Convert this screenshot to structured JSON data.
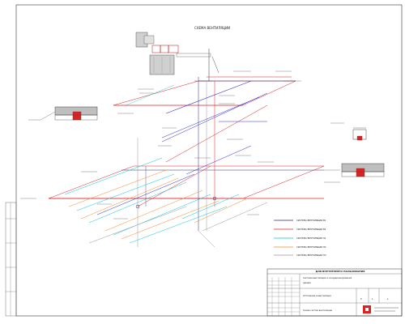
{
  "drawing": {
    "title": "СХЕМА ВЕНТИЛЯЦИИ",
    "colors": {
      "frame": "#333333",
      "fill_red": "#e02020",
      "fill_gray": "#bfbfbf",
      "duct_blue": "#2a2ad0",
      "duct_navy": "#2d2d7a",
      "duct_cyan": "#00c8d8",
      "duct_orange": "#f08a24",
      "duct_gray": "#999999",
      "duct_violet": "#7a3fb8",
      "duct_red": "#e02020",
      "label_cyan": "#00b4c8"
    }
  },
  "legend": {
    "items": [
      {
        "label": "СИСТЕМА ВЕНТИЛЯЦИИ В1",
        "color": "#2d2d7a"
      },
      {
        "label": "СИСТЕМА ВЕНТИЛЯЦИИ В2",
        "color": "#e02020"
      },
      {
        "label": "СИСТЕМА ВЕНТИЛЯЦИИ П1",
        "color": "#00c8d8"
      },
      {
        "label": "СИСТЕМА ВЕНТИЛЯЦИИ П2",
        "color": "#f08a24"
      },
      {
        "label": "СИСТЕМА ВЕНТИЛЯЦИИ П3",
        "color": "#999999"
      }
    ]
  },
  "stamp": {
    "header": "ДЛЯ ВНУТРЕННЕГО ПОЛЬЗОВАНИЯ",
    "subtitle_line1": "Система вентиляции и кондиционирования",
    "subtitle_line2": "здания",
    "section_title": "Отопление и вентиляция",
    "sheet_title": "Схема систем вентиляции",
    "stage": "Р",
    "sheet": "1",
    "sheets": "1"
  }
}
